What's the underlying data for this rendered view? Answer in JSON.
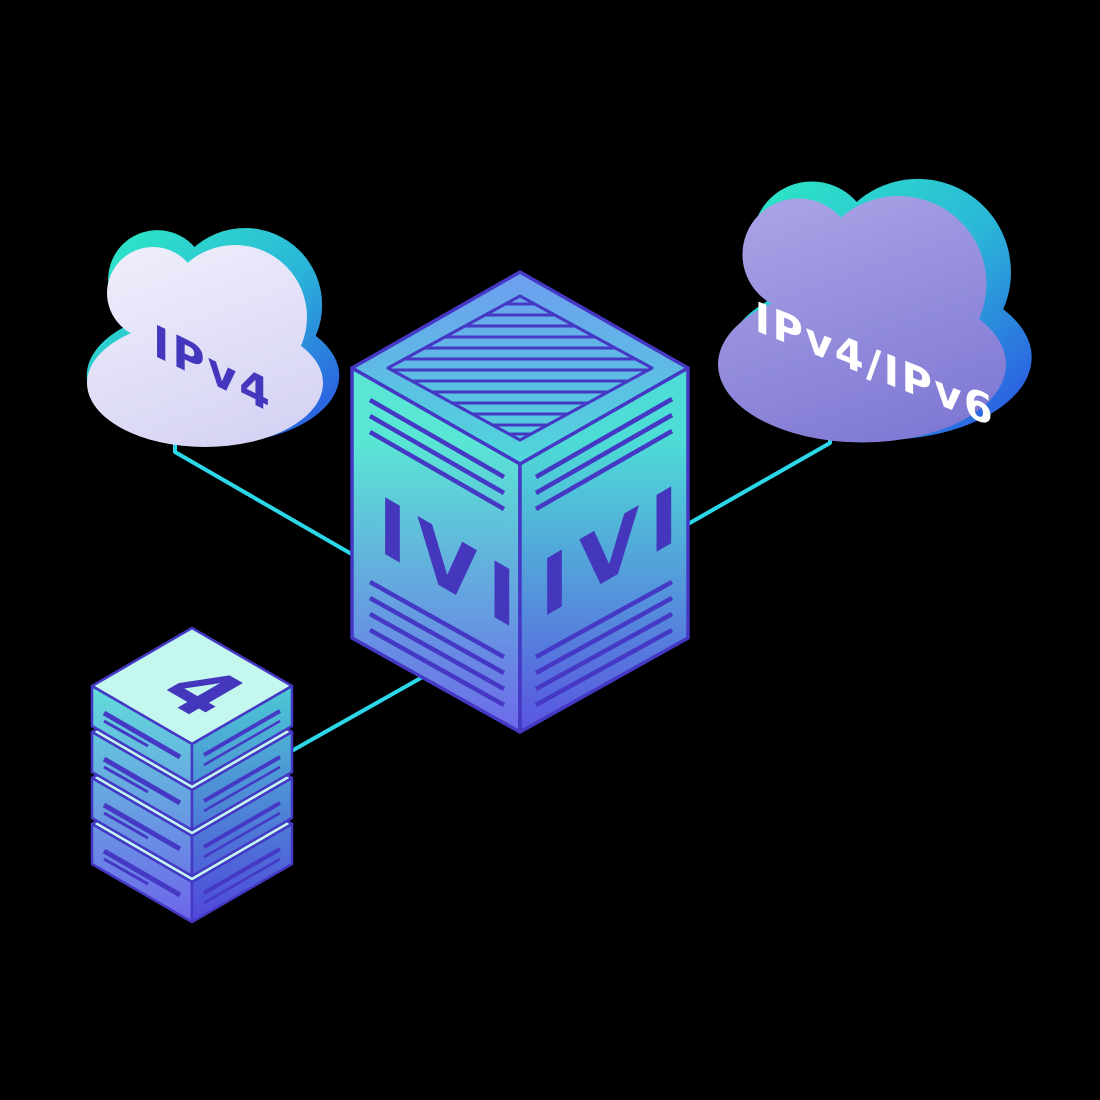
{
  "illustration": {
    "left_cloud": {
      "label": "IPv4"
    },
    "right_cloud": {
      "label": "IPv4/IPv6"
    },
    "translator_box": {
      "left_face_label": "IVI",
      "right_face_label": "IVI"
    },
    "server_stack": {
      "top_label": "4"
    },
    "colors": {
      "background": "#000000",
      "connector_teal": "#2bd7e8",
      "teal_accent": "#2de9c5",
      "blue_accent": "#2b5ae2",
      "indigo_outline": "#4438c4",
      "box_teal_top": "#5ae6d4",
      "box_blue_bottom": "#6e68ea",
      "cloud_left_fill_top": "#efeefb",
      "cloud_left_fill_bottom": "#d6d4f4",
      "cloud_right_fill_top": "#aaa4e6",
      "cloud_right_fill_bottom": "#7f78d4",
      "label_indigo": "#4437bd",
      "label_white": "#ffffff",
      "stack_top_mint": "#c4f7ee"
    }
  }
}
